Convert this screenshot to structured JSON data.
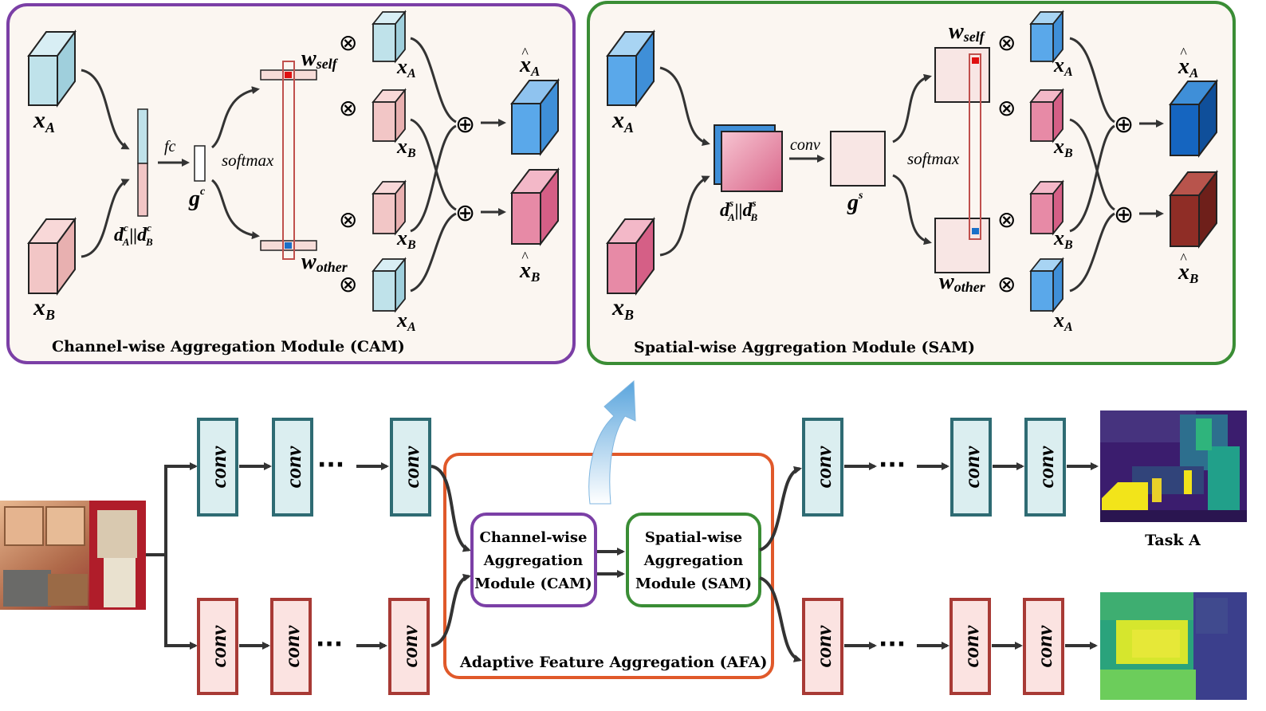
{
  "cam": {
    "title": "Channel-wise Aggregation Module (CAM)",
    "fc_label": "fc",
    "softmax_label": "softmax",
    "w_self_main": "w",
    "w_self_sub": "self",
    "w_other_main": "w",
    "w_other_sub": "other",
    "xa_main": "x",
    "xa_sub": "A",
    "xb_main": "x",
    "xb_sub": "B",
    "concat_label_a": "d",
    "concat_sup_a": "c",
    "concat_sub_a": "A",
    "concat_sep": "||",
    "concat_label_b": "d",
    "concat_sup_b": "c",
    "concat_sub_b": "B",
    "g_main": "g",
    "g_sup": "c",
    "hat": "^"
  },
  "sam": {
    "title": "Spatial-wise Aggregation Module (SAM)",
    "conv_label": "conv",
    "softmax_label": "softmax",
    "w_self_main": "w",
    "w_self_sub": "self",
    "w_other_main": "w",
    "w_other_sub": "other",
    "xa_main": "x",
    "xa_sub": "A",
    "xb_main": "x",
    "xb_sub": "B",
    "concat_label_a": "d",
    "concat_sup_a": "s",
    "concat_sub_a": "A",
    "concat_sep": "||",
    "concat_label_b": "d",
    "concat_sup_b": "s",
    "concat_sub_b": "B",
    "g_main": "g",
    "g_sup": "s",
    "hat": "^"
  },
  "ops": {
    "mul": "⊗",
    "add": "⊕",
    "dots": "···"
  },
  "pipeline": {
    "conv_label": "conv",
    "afa_title": "Adaptive Feature Aggregation (AFA)",
    "cam_box": [
      "Channel-wise",
      "Aggregation",
      "Module (CAM)"
    ],
    "sam_box": [
      "Spatial-wise",
      "Aggregation",
      "Module (SAM)"
    ],
    "task_a": "Task A"
  },
  "colors": {
    "cam_border": "#7b3fa6",
    "sam_border": "#3a8d35",
    "afa_border": "#e0592a",
    "panel_bg": "#fbf6f1",
    "conv_top_fill": "#dbeef0",
    "conv_top_stroke": "#2e6b73",
    "conv_bottom_fill": "#fbe3e1",
    "conv_bottom_stroke": "#a83a35"
  }
}
